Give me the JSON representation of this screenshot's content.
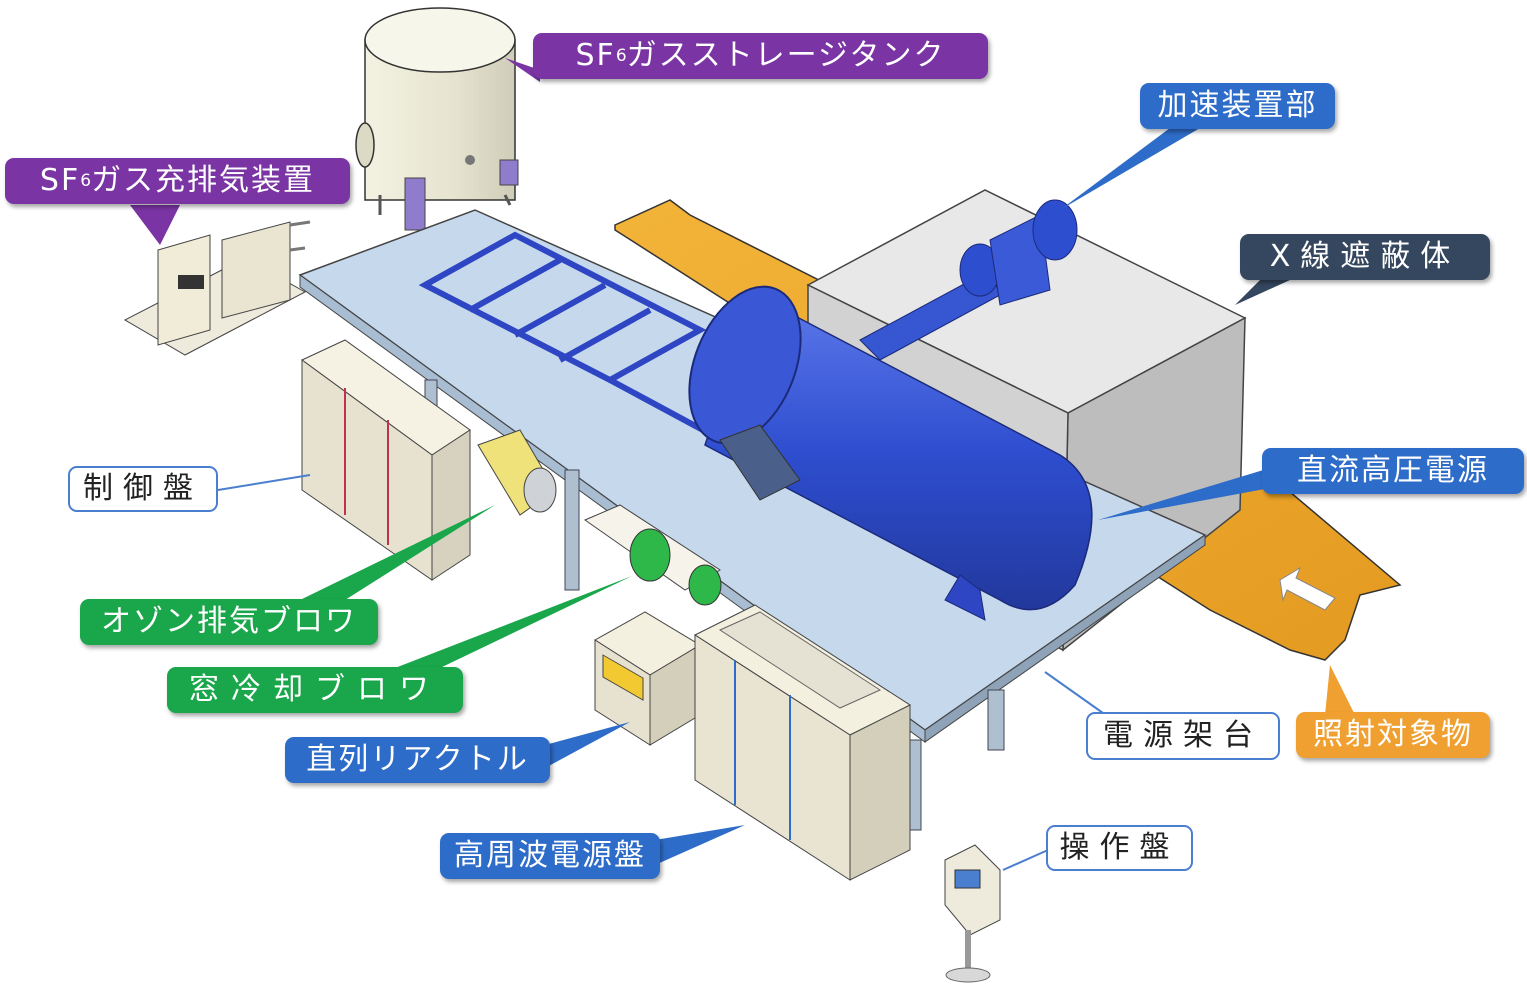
{
  "labels": {
    "sf6_tank": {
      "pre": "SF",
      "sub": "6",
      "post": "ガスストレージタンク"
    },
    "sf6_fill": {
      "pre": "SF",
      "sub": "6",
      "post": "ガス充排気装置"
    },
    "accelerator": "加速装置部",
    "xray_shield": "X線遮蔽体",
    "control_panel": "制御盤",
    "dc_hv_supply": "直流高圧電源",
    "ozone_blower": "オゾン排気ブロワ",
    "window_blower": "窓冷却ブロワ",
    "power_frame": "電源架台",
    "irradiation_target": "照射対象物",
    "series_reactor": "直列リアクトル",
    "hf_power_panel": "高周波電源盤",
    "operation_panel": "操作盤"
  },
  "colors": {
    "purple_label": "#7a34a4",
    "blue_label": "#2e6cc9",
    "navy_label": "#35475f",
    "green_label": "#1aa64a",
    "orange_label": "#f0a030",
    "accelerator_blue": "#2f4fd0",
    "platform": "#c5d8ec",
    "shield_gray": "#d6d6d6",
    "cabinet_cream": "#ece8d5",
    "conveyor_orange": "#efab2f"
  }
}
